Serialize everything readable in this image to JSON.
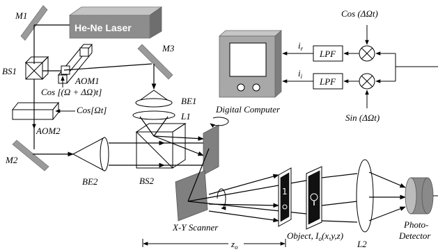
{
  "labels": {
    "m1": "M1",
    "m2": "M2",
    "m3": "M3",
    "laser": "He-Ne Laser",
    "bs1": "BS1",
    "bs2": "BS2",
    "aom1": "AOM1",
    "aom2": "AOM2",
    "be1": "BE1",
    "be2": "BE2",
    "l1": "L1",
    "l2": "L2",
    "cos_aom1": "Cos [(Ω + ΔΩ)t]",
    "cos_aom2": "Cos[Ωt]",
    "cos_dw": "Cos (ΔΩt)",
    "sin_dw": "Sin (ΔΩt)",
    "lpf_top": "LPF",
    "lpf_bottom": "LPF",
    "i_r": "i",
    "i_r_sub": "r",
    "i_i": "i",
    "i_i_sub": "i",
    "computer": "Digital Computer",
    "scanner": "X-Y Scanner",
    "object": "Object, I",
    "object_sub": "o",
    "object_args": "(x,y,z)",
    "photodetector_1": "Photo-",
    "photodetector_2": "Detector",
    "z0": "z",
    "z0_sub": "o"
  },
  "colors": {
    "mirror": "#9a9a9a",
    "laser_front": "#8c8c8c",
    "laser_top": "#bdbdbd",
    "laser_side": "#6f6f6f",
    "computer_body": "#a8a8a8",
    "detector": "#8a8a8a"
  }
}
